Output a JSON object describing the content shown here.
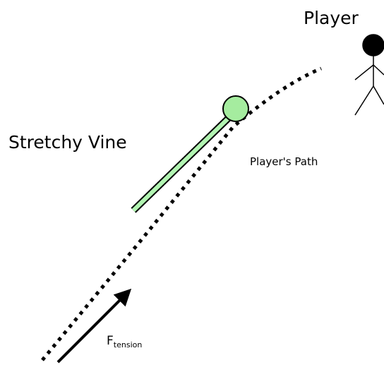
{
  "labels": {
    "player": "Player",
    "vine": "Stretchy Vine",
    "path": "Player's Path",
    "force_main": "F",
    "force_sub": "tension"
  },
  "colors": {
    "vine_fill": "#b2f5b2",
    "vine_knob": "#a5ec9f",
    "ink": "#000000"
  },
  "icons": {
    "player": "stick-figure-icon",
    "force": "arrow-icon"
  }
}
